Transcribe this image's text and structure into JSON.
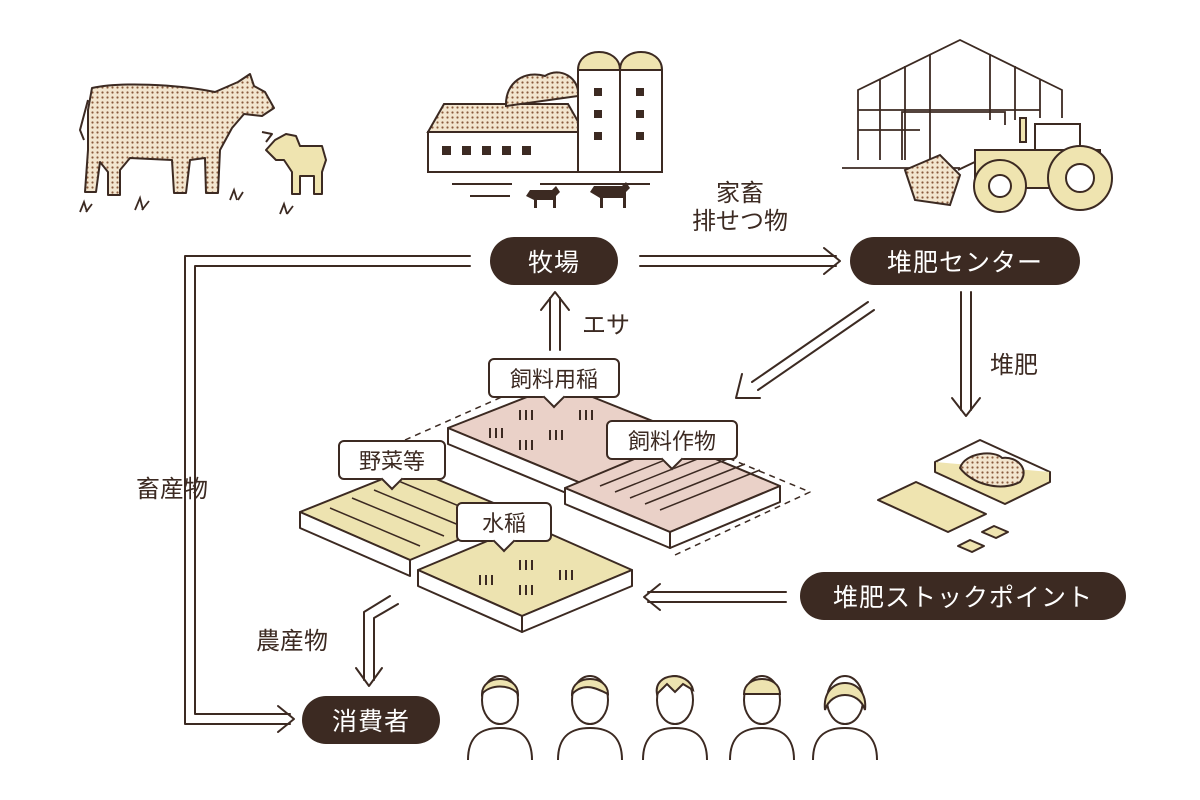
{
  "nodes": {
    "farm": "牧場",
    "compost_center": "堆肥センター",
    "compost_stock": "堆肥ストックポイント",
    "consumer": "消費者"
  },
  "flows": {
    "manure_line1": "家畜",
    "manure_line2": "排せつ物",
    "compost": "堆肥",
    "feed": "エサ",
    "livestock_products": "畜産物",
    "agri_products": "農産物"
  },
  "fields": {
    "feed_rice": "飼料用稲",
    "feed_crops": "飼料作物",
    "vegetables": "野菜等",
    "paddy_rice": "水稲"
  },
  "colors": {
    "dark_brown": "#3c2a22",
    "cream": "#e8dfa8",
    "pink": "#ead1c8",
    "tan_dots": "#c9a36e"
  }
}
